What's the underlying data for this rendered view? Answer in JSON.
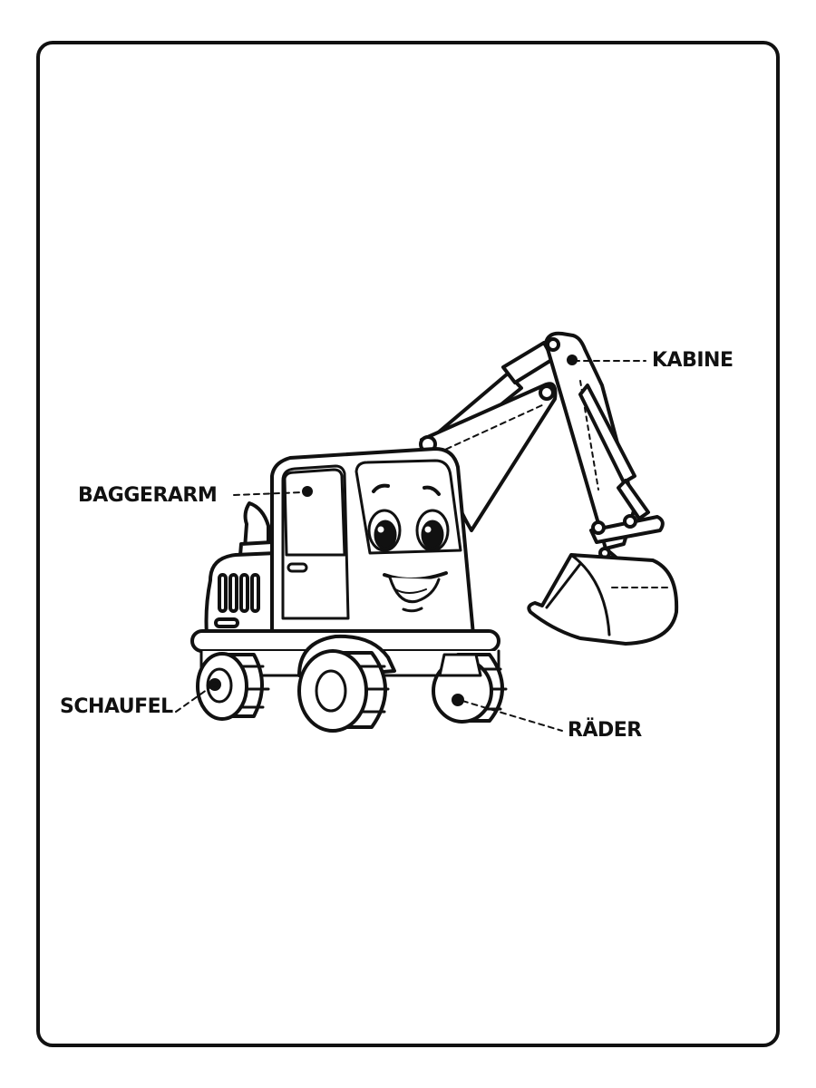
{
  "worksheet": {
    "type": "labeled coloring page",
    "subject": "smiling cartoon wheeled excavator",
    "labels": [
      {
        "id": "kabine",
        "text": "KABINE",
        "points_to": "boom tip"
      },
      {
        "id": "baggerarm",
        "text": "BAGGERARM",
        "points_to": "cab door window"
      },
      {
        "id": "schaufel",
        "text": "SCHAUFEL",
        "points_to": "rear wheel hub"
      },
      {
        "id": "raeder",
        "text": "RÄDER",
        "points_to": "front right wheel"
      }
    ],
    "colors": {
      "line": "#111111",
      "background": "#ffffff"
    }
  }
}
